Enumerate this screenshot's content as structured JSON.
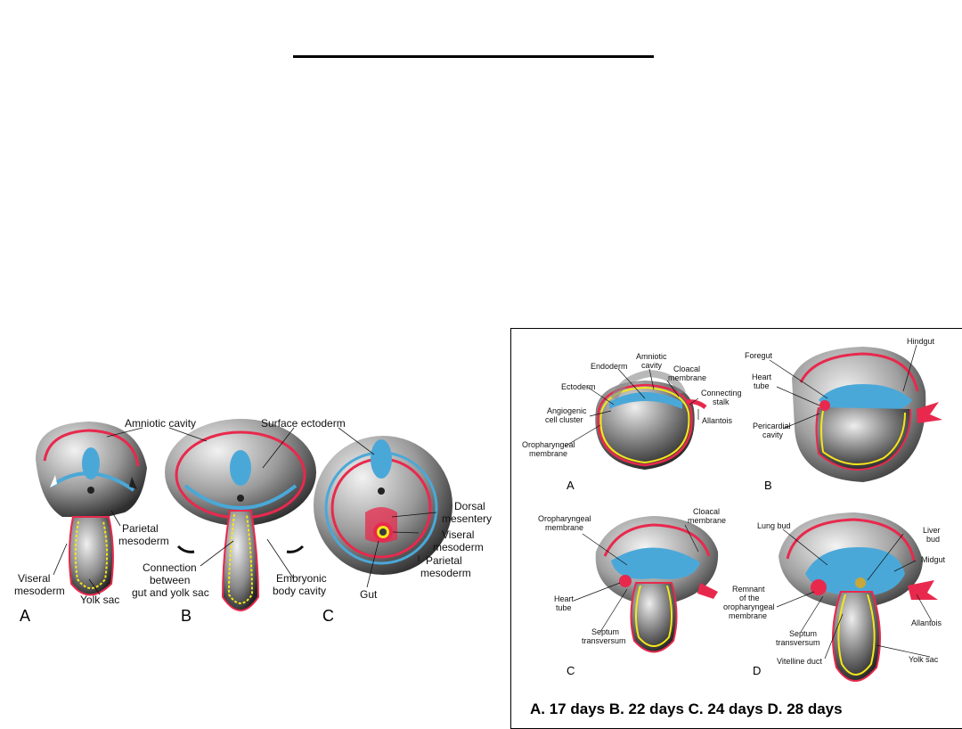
{
  "left_figure": {
    "labels": {
      "amniotic_cavity": "Amniotic cavity",
      "surface_ectoderm": "Surface ectoderm",
      "parietal_mesoderm_a1": "Parietal",
      "parietal_mesoderm_a2": "mesoderm",
      "viseral_mesoderm_a1": "Viseral",
      "viseral_mesoderm_a2": "mesoderm",
      "yolk_sac": "Yolk sac",
      "connection_1": "Connection",
      "connection_2": "between",
      "connection_3": "gut and yolk sac",
      "embryonic_body_cavity_1": "Embryonic",
      "embryonic_body_cavity_2": "body cavity",
      "dorsal_mesentery_1": "Dorsal",
      "dorsal_mesentery_2": "mesentery",
      "viseral_mesoderm_c1": "Viseral",
      "viseral_mesoderm_c2": "mesoderm",
      "parietal_mesoderm_c1": "Parietal",
      "parietal_mesoderm_c2": "mesoderm",
      "gut": "Gut"
    },
    "panels": [
      "A",
      "B",
      "C"
    ]
  },
  "right_figure": {
    "labels": {
      "amniotic_cavity_1": "Amniotic",
      "amniotic_cavity_2": "cavity",
      "endoderm": "Endoderm",
      "cloacal_membrane_a1": "Cloacal",
      "cloacal_membrane_a2": "membrane",
      "ectoderm": "Ectoderm",
      "connecting_stalk_1": "Connecting",
      "connecting_stalk_2": "stalk",
      "angiogenic_1": "Angiogenic",
      "angiogenic_2": "cell cluster",
      "allantois_a": "Allantois",
      "oropharyngeal_a1": "Oropharyngeal",
      "oropharyngeal_a2": "membrane",
      "hindgut": "Hindgut",
      "foregut": "Foregut",
      "heart_tube_b1": "Heart",
      "heart_tube_b2": "tube",
      "pericardial_1": "Pericardial",
      "pericardial_2": "cavity",
      "oropharyngeal_c1": "Oropharyngeal",
      "oropharyngeal_c2": "membrane",
      "cloacal_membrane_c1": "Cloacal",
      "cloacal_membrane_c2": "membrane",
      "heart_tube_c1": "Heart",
      "heart_tube_c2": "tube",
      "septum_c1": "Septum",
      "septum_c2": "transversum",
      "lung_bud": "Lung bud",
      "liver_bud_1": "Liver",
      "liver_bud_2": "bud",
      "midgut": "Midgut",
      "remnant_1": "Remnant",
      "remnant_2": "of the",
      "remnant_3": "oropharyngeal",
      "remnant_4": "membrane",
      "septum_d1": "Septum",
      "septum_d2": "transversum",
      "allantois_d": "Allantois",
      "vitelline_duct": "Vitelline duct",
      "yolk_sac": "Yolk sac"
    },
    "panels": [
      "A",
      "B",
      "C",
      "D"
    ],
    "caption": "A. 17 days  B. 22 days  C. 24 days  D. 28 days"
  },
  "colors": {
    "ectoderm": "#4aa8d8",
    "mesoderm": "#e8294d",
    "endoderm": "#f5e61a",
    "tissue_dark": "#3a3a3a",
    "tissue_light": "#e6e6e6"
  }
}
